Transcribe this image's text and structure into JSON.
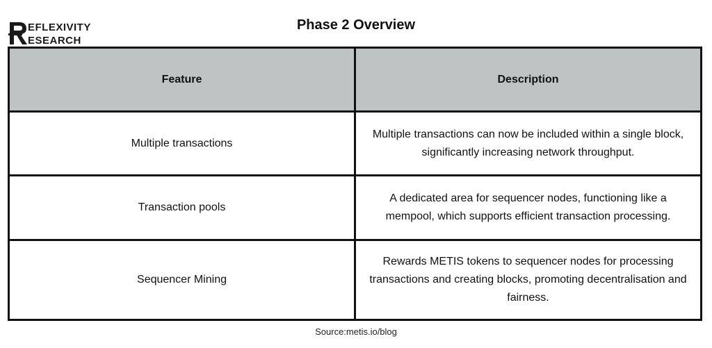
{
  "brand": {
    "line1": "EFLEXIVITY",
    "line2": "ESEARCH",
    "logo_name": "Reflexivity Research",
    "logo_color": "#1a1a1a"
  },
  "title": "Phase 2 Overview",
  "table": {
    "header_bg": "#bfc3c4",
    "headers": [
      "Feature",
      "Description"
    ],
    "rows": [
      {
        "feature": "Multiple transactions",
        "description": "Multiple transactions can now be included within a single block, significantly increasing network throughput."
      },
      {
        "feature": "Transaction pools",
        "description": "A dedicated area for sequencer nodes, functioning like a mempool, which supports efficient transaction processing."
      },
      {
        "feature": "Sequencer Mining",
        "description": "Rewards METIS tokens to sequencer nodes for processing transactions and creating blocks, promoting decentralisation and fairness."
      }
    ]
  },
  "source": "Source:metis.io/blog"
}
